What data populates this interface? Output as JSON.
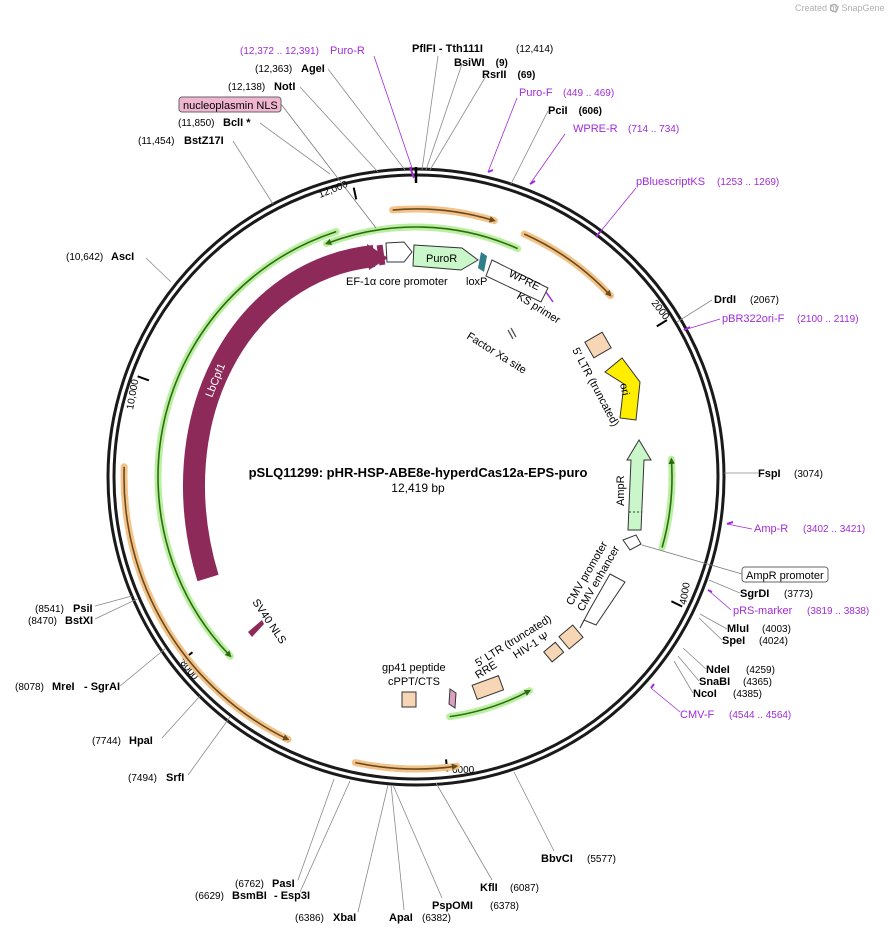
{
  "credit": "Created by SnapGene",
  "plasmid": {
    "title": "pSLQ11299: pHR-HSP-ABE8e-hyperdCas12a-EPS-puro",
    "size_label": "12,419 bp",
    "length": 12419
  },
  "ticks": [
    {
      "bp": 2000,
      "label": "2000"
    },
    {
      "bp": 4000,
      "label": "4000"
    },
    {
      "bp": 6000,
      "label": "6000"
    },
    {
      "bp": 8000,
      "label": "8000"
    },
    {
      "bp": 10000,
      "label": "10,000"
    },
    {
      "bp": 12000,
      "label": "12,000"
    }
  ],
  "enzymes": [
    {
      "name": "AgeI",
      "pos": "(12,363)",
      "bp": 12363
    },
    {
      "name": "NotI",
      "pos": "(12,138)",
      "bp": 12138
    },
    {
      "name": "BclI *",
      "pos": "(11,850)",
      "bp": 11850
    },
    {
      "name": "BstZ17I",
      "pos": "(11,454)",
      "bp": 11454
    },
    {
      "name": "AscI",
      "pos": "(10,642)",
      "bp": 10642
    },
    {
      "name": "PflFI",
      "pos": "- Tth111I",
      "bp": 2
    },
    {
      "name": "BsiWI",
      "pos": "(9)",
      "bp": 9
    },
    {
      "name": "RsrII",
      "pos": "(69)",
      "bp": 69
    },
    {
      "name": "PciI",
      "pos": "(606)",
      "bp": 606
    },
    {
      "name": "DrdI",
      "pos": "(2067)",
      "bp": 2067
    },
    {
      "name": "FspI",
      "pos": "(3074)",
      "bp": 3074
    },
    {
      "name": "SgrDI",
      "pos": "(3773)",
      "bp": 3773
    },
    {
      "name": "MluI",
      "pos": "(4003)",
      "bp": 4003
    },
    {
      "name": "SpeI",
      "pos": "(4024)",
      "bp": 4024
    },
    {
      "name": "NdeI",
      "pos": "(4259)",
      "bp": 4259
    },
    {
      "name": "SnaBI",
      "pos": "(4365)",
      "bp": 4365
    },
    {
      "name": "NcoI",
      "pos": "(4385)",
      "bp": 4385
    },
    {
      "name": "BbvCI",
      "pos": "(5577)",
      "bp": 5577
    },
    {
      "name": "KflI",
      "pos": "(6087)",
      "bp": 6087
    },
    {
      "name": "PspOMI",
      "pos": "(6378)",
      "bp": 6378
    },
    {
      "name": "ApaI",
      "pos": "(6382)",
      "bp": 6382
    },
    {
      "name": "XbaI",
      "pos": "(6386)",
      "bp": 6386
    },
    {
      "name": "BsmBI",
      "pos": "(6629)",
      "bp": 6629
    },
    {
      "name": "PasI",
      "pos": "(6762)",
      "bp": 6762
    },
    {
      "name": "SrfI",
      "pos": "(7494)",
      "bp": 7494
    },
    {
      "name": "HpaI",
      "pos": "(7744)",
      "bp": 7744
    },
    {
      "name": "MreI",
      "pos": "(8078)",
      "bp": 8078
    },
    {
      "name": "PsiI",
      "pos": "(8541)",
      "bp": 8541
    },
    {
      "name": "BstXI",
      "pos": "(8470)",
      "bp": 8470
    }
  ],
  "extra_labels": {
    "tth111i_pos": "(12,414)",
    "esp3i": "- Esp3I",
    "sgrai": "- SgrAI"
  },
  "primers": [
    {
      "name": "Puro-R",
      "range": "(12,372 .. 12,391)"
    },
    {
      "name": "Puro-F",
      "range": "(449 .. 469)"
    },
    {
      "name": "WPRE-R",
      "range": "(714 .. 734)"
    },
    {
      "name": "pBluescriptKS",
      "range": "(1253 .. 1269)"
    },
    {
      "name": "pBR322ori-F",
      "range": "(2100 .. 2119)"
    },
    {
      "name": "Amp-R",
      "range": "(3402 .. 3421)"
    },
    {
      "name": "pRS-marker",
      "range": "(3819 .. 3838)"
    },
    {
      "name": "CMV-F",
      "range": "(4544 .. 4564)"
    }
  ],
  "features": {
    "nls_box": "nucleoplasmin NLS",
    "ef1a": "EF-1α core promoter",
    "puror": "PuroR",
    "loxp": "loxP",
    "wpre": "WPRE",
    "ks_primer": "KS primer",
    "factor_xa": "Factor Xa site",
    "ltr5_trunc": "5′ LTR (truncated)",
    "ori": "ori",
    "ampr": "AmpR",
    "ampr_promoter": "AmpR promoter",
    "cmv_promoter": "CMV promoter",
    "cmv_enhancer": "CMV enhancer",
    "ltr5_trunc2": "5′ LTR (truncated)",
    "hiv_psi": "HIV-1 Ψ",
    "rre": "RRE",
    "gp41": "gp41 peptide",
    "cppt": "cPPT/CTS",
    "sv40": "SV40 NLS",
    "lbcpf1": "LbCpf1"
  },
  "colors": {
    "backbone": "#1a1a1a",
    "orf_orange": "#f2c38a",
    "orf_green": "#b9f0a0",
    "lbcpf1": "#8e2a5a",
    "puror": "#c9f7c9",
    "ampr": "#c9f7c9",
    "ori": "#ffee00",
    "ltr": "#f7d6b5",
    "primer": "#a12bd8",
    "nls_box": "#f0b6d0"
  }
}
